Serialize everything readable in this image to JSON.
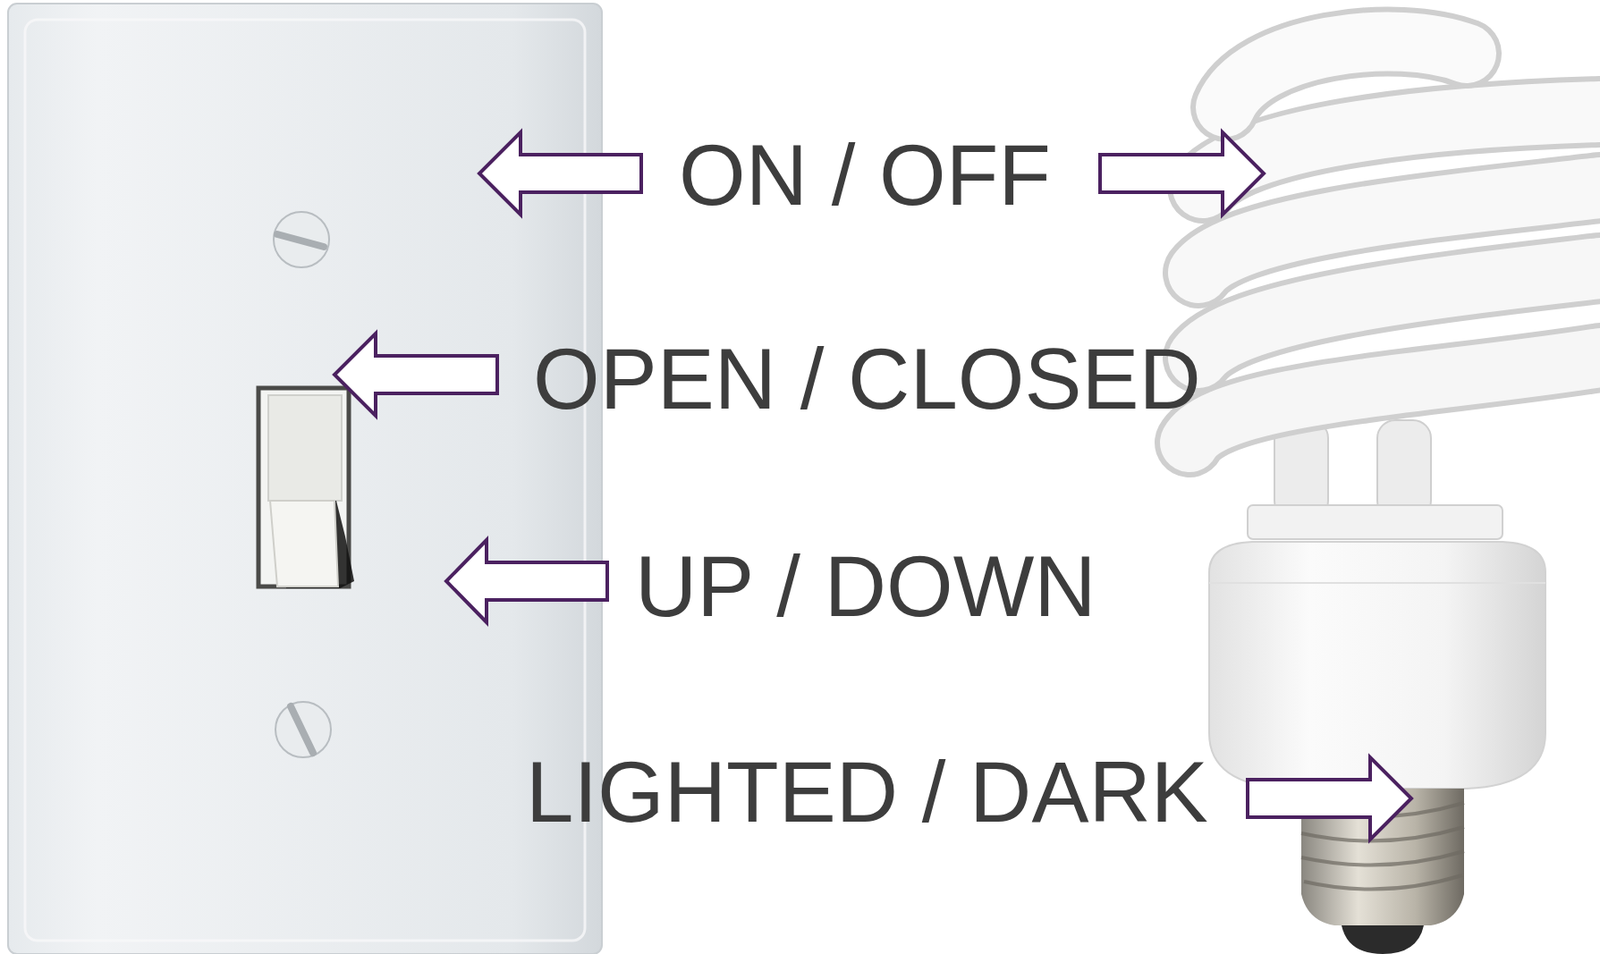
{
  "diagram": {
    "labels": [
      "ON / OFF",
      "OPEN / CLOSED",
      "UP / DOWN",
      "LIGHTED / DARK"
    ]
  }
}
